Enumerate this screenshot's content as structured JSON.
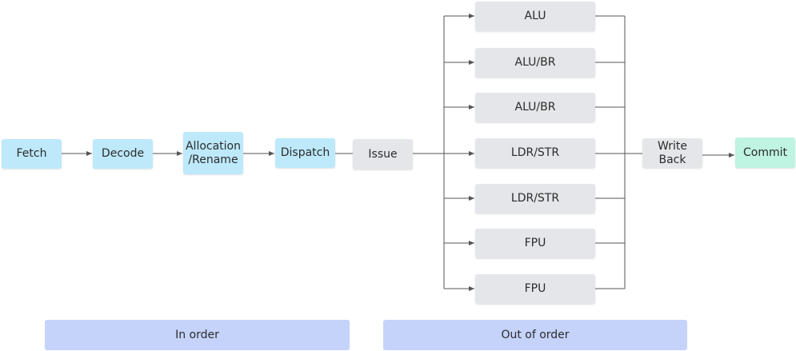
{
  "stages": {
    "fetch": "Fetch",
    "decode": "Decode",
    "allocation": "Allocation\n/Rename",
    "dispatch": "Dispatch",
    "issue": "Issue",
    "write_back": "Write\nBack",
    "commit": "Commit"
  },
  "units": [
    "ALU",
    "ALU/BR",
    "ALU/BR",
    "LDR/STR",
    "LDR/STR",
    "FPU",
    "FPU"
  ],
  "bands": {
    "in_order": "In order",
    "out_of_order": "Out of order"
  },
  "colors": {
    "in_order_stage": "#bde9fb",
    "issue_unit": "#e5e6ea",
    "commit": "#bff3e2",
    "band": "#c5d3fb",
    "connector": "#555555"
  }
}
